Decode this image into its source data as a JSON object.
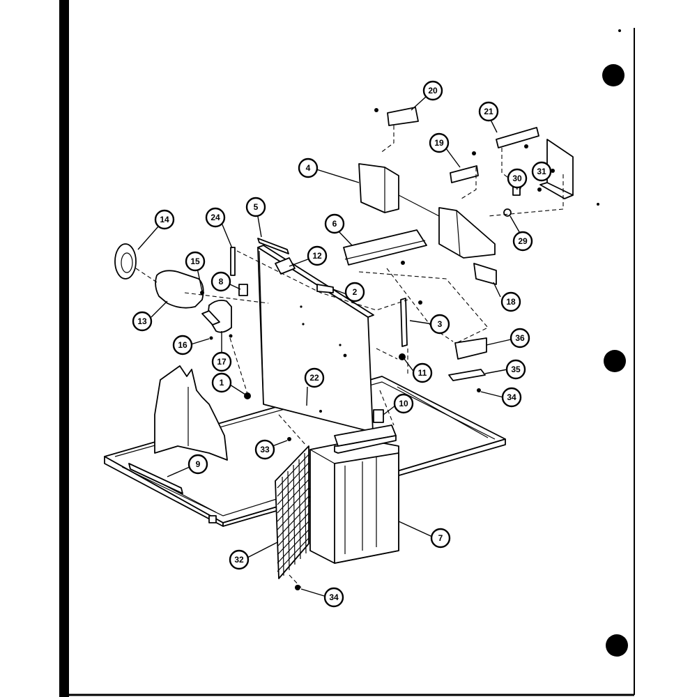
{
  "callouts": [
    {
      "label": "1"
    },
    {
      "label": "2"
    },
    {
      "label": "3"
    },
    {
      "label": "4"
    },
    {
      "label": "5"
    },
    {
      "label": "6"
    },
    {
      "label": "7"
    },
    {
      "label": "8"
    },
    {
      "label": "9"
    },
    {
      "label": "10"
    },
    {
      "label": "11"
    },
    {
      "label": "12"
    },
    {
      "label": "13"
    },
    {
      "label": "14"
    },
    {
      "label": "15"
    },
    {
      "label": "16"
    },
    {
      "label": "17"
    },
    {
      "label": "18"
    },
    {
      "label": "19"
    },
    {
      "label": "20"
    },
    {
      "label": "21"
    },
    {
      "label": "22"
    },
    {
      "label": "24"
    },
    {
      "label": "29"
    },
    {
      "label": "30"
    },
    {
      "label": "31"
    },
    {
      "label": "32"
    },
    {
      "label": "33"
    },
    {
      "label": "34"
    },
    {
      "label": "34"
    },
    {
      "label": "35"
    },
    {
      "label": "36"
    }
  ],
  "colors": {
    "ink": "#000000",
    "paper": "#ffffff"
  }
}
